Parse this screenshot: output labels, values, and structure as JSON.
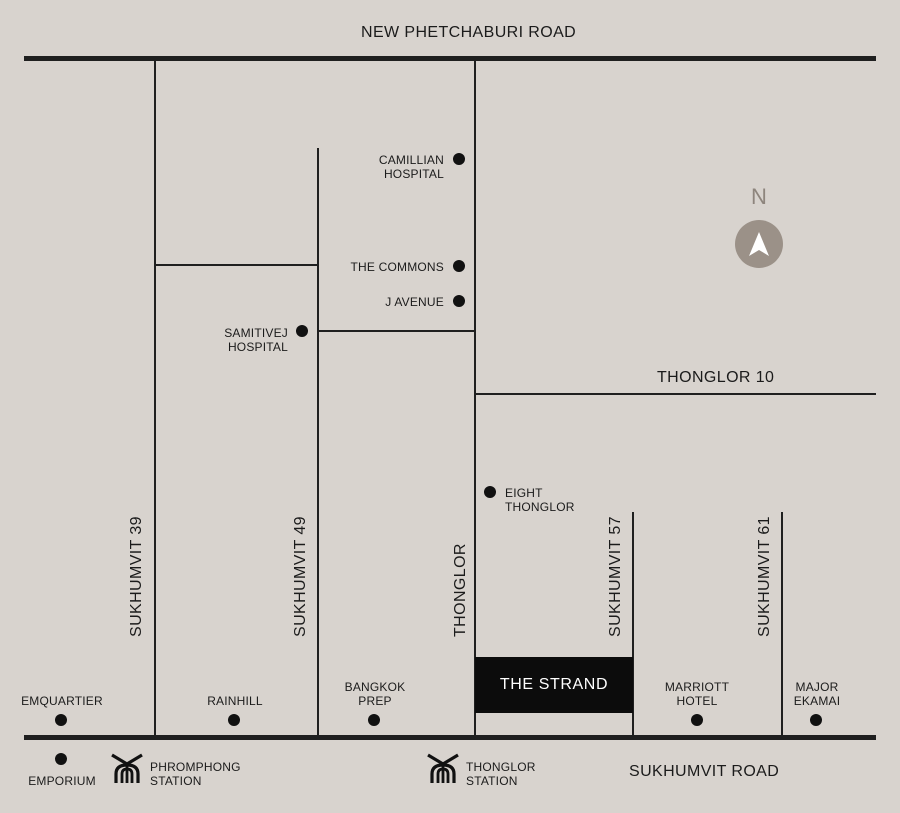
{
  "roads": {
    "new_phetchaburi": "NEW PHETCHABURI ROAD",
    "sukhumvit_road": "SUKHUMVIT ROAD",
    "thonglor_10": "THONGLOR 10",
    "sukhumvit_39": "SUKHUMVIT 39",
    "sukhumvit_49": "SUKHUMVIT 49",
    "thonglor": "THONGLOR",
    "sukhumvit_57": "SUKHUMVIT 57",
    "sukhumvit_61": "SUKHUMVIT 61"
  },
  "landmarks": {
    "camillian": [
      "CAMILLIAN",
      "HOSPITAL"
    ],
    "the_commons": "THE COMMONS",
    "j_avenue": "J AVENUE",
    "samitivej": [
      "SAMITIVEJ",
      "HOSPITAL"
    ],
    "eight_thonglor": [
      "EIGHT",
      "THONGLOR"
    ],
    "emquartier": "EMQUARTIER",
    "rainhill": "RAINHILL",
    "bangkok_prep": [
      "BANGKOK",
      "PREP"
    ],
    "marriott": [
      "MARRIOTT",
      "HOTEL"
    ],
    "major_ekamai": [
      "MAJOR",
      "EKAMAI"
    ],
    "emporium": "EMPORIUM"
  },
  "stations": {
    "phromphong": [
      "PHROMPHONG",
      "STATION"
    ],
    "thonglor": [
      "THONGLOR",
      "STATION"
    ]
  },
  "project": {
    "name": "THE STRAND"
  },
  "compass": {
    "letter": "N",
    "icon": "north-arrow-icon",
    "color": "#9b9188"
  },
  "colors": {
    "background": "#d8d3ce",
    "road": "#1f1f1f",
    "project_fill": "#0c0c0c"
  }
}
